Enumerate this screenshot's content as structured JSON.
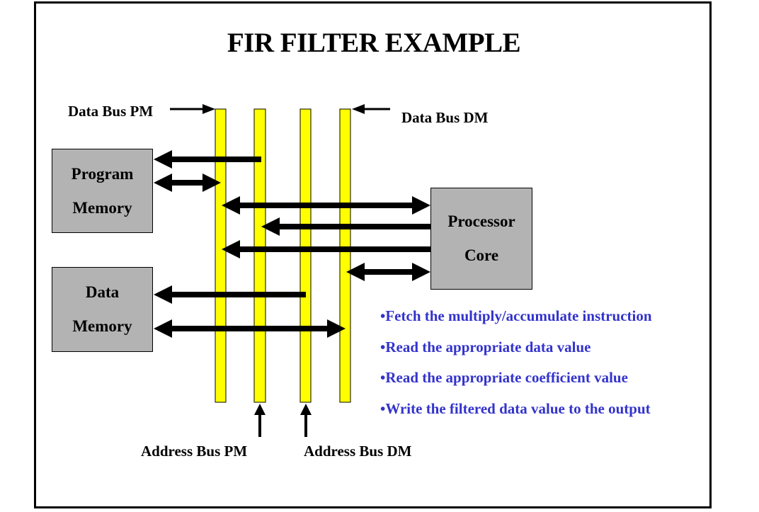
{
  "title": "FIR FILTER EXAMPLE",
  "labels": {
    "data_bus_pm": "Data Bus PM",
    "data_bus_dm": "Data Bus DM",
    "address_bus_pm": "Address Bus PM",
    "address_bus_dm": "Address Bus DM"
  },
  "blocks": {
    "program_memory": [
      "Program",
      "Memory"
    ],
    "data_memory": [
      "Data",
      "Memory"
    ],
    "processor_core": [
      "Processor",
      "Core"
    ]
  },
  "buses": [
    "Data Bus PM",
    "Address Bus PM",
    "Address Bus DM",
    "Data Bus DM"
  ],
  "colors": {
    "bus_fill": "#ffff00",
    "block_fill": "#b3b3b3",
    "bullet_text": "#3333cc",
    "arrow": "#000000"
  },
  "steps": [
    "•Fetch the multiply/accumulate instruction",
    "•Read the appropriate data value",
    "•Read the appropriate coefficient value",
    "•Write the filtered data value to the output"
  ]
}
